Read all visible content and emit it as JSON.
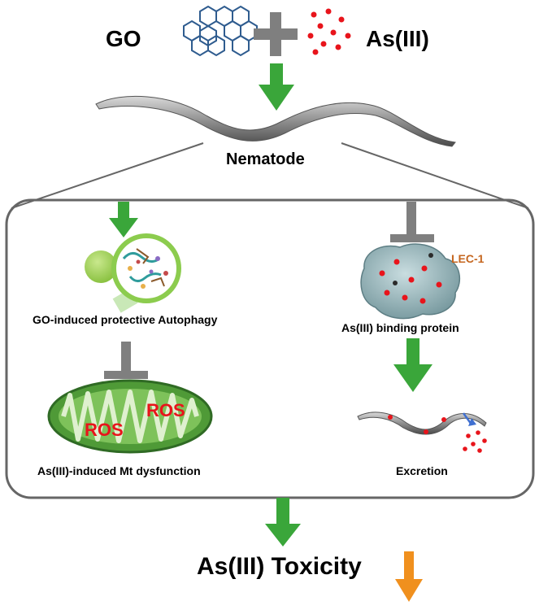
{
  "top": {
    "left_label": "GO",
    "right_label": "As(III)"
  },
  "organism_label": "Nematode",
  "left_branch": {
    "autophagy_label": "GO-induced  protective Autophagy",
    "ros_label_1": "ROS",
    "ros_label_2": "ROS",
    "mito_label": "As(III)-induced  Mt dysfunction"
  },
  "right_branch": {
    "protein_tag": "LEC-1",
    "protein_label": "As(III) binding protein",
    "excretion_label": "Excretion"
  },
  "outcome_label": "As(III)  Toxicity",
  "colors": {
    "green_arrow": "#3aa63a",
    "inhibit_bar": "#7f7f7f",
    "hexagon_stroke": "#2f5c8f",
    "red_dot": "#e8141b",
    "orange_arrow": "#f0901e",
    "lec_label": "#c5661f",
    "ros_text": "#e8141b",
    "mito_fill": "#5cae3e",
    "frame": "#666666"
  }
}
